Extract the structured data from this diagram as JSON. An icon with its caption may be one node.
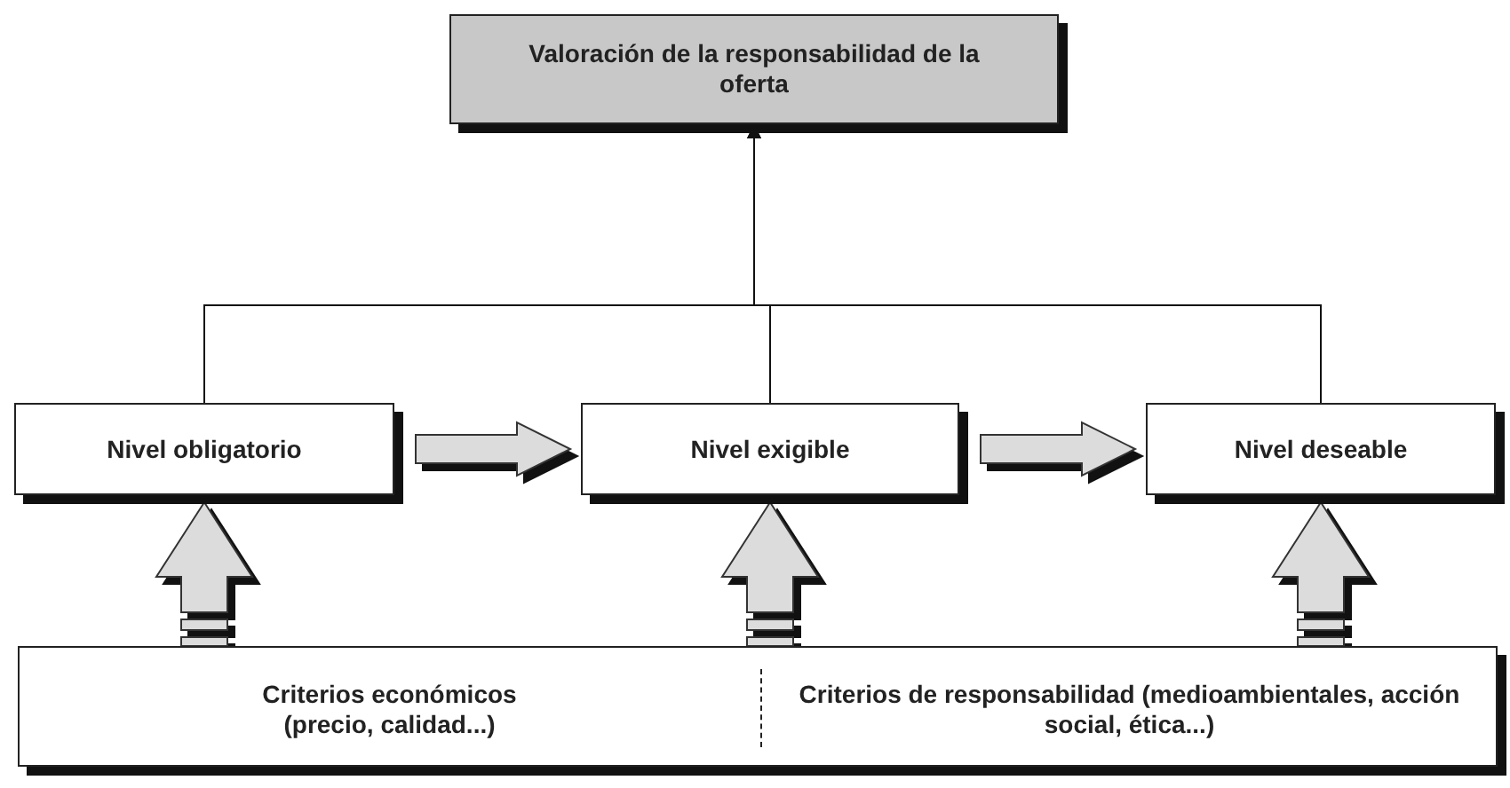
{
  "diagram": {
    "nodes": [
      {
        "text": [
          "Valoración de la responsabilidad de la oferta"
        ]
      },
      {
        "text": [
          "Nivel obligatorio"
        ]
      },
      {
        "text": [
          "Nivel exigible"
        ]
      },
      {
        "text": [
          "Nivel deseable"
        ]
      },
      {
        "text": [
          "Criterios económicos (precio, calidad...)",
          "Criterios de responsabilidad (medioambientales, acción social, ética...)"
        ]
      }
    ],
    "edges": [
      {
        "from": 1,
        "to": 0,
        "arrow": "to"
      },
      {
        "from": 2,
        "to": 0,
        "arrow": "to"
      },
      {
        "from": 3,
        "to": 0,
        "arrow": "to"
      },
      {
        "from": 1,
        "to": 2,
        "arrow": "to",
        "style": "thick"
      },
      {
        "from": 2,
        "to": 3,
        "arrow": "to",
        "style": "thick"
      },
      {
        "from": 4,
        "to": 1,
        "arrow": "to",
        "style": "thick"
      },
      {
        "from": 4,
        "to": 2,
        "arrow": "to",
        "style": "thick"
      },
      {
        "from": 4,
        "to": 3,
        "arrow": "to",
        "style": "thick"
      }
    ]
  }
}
